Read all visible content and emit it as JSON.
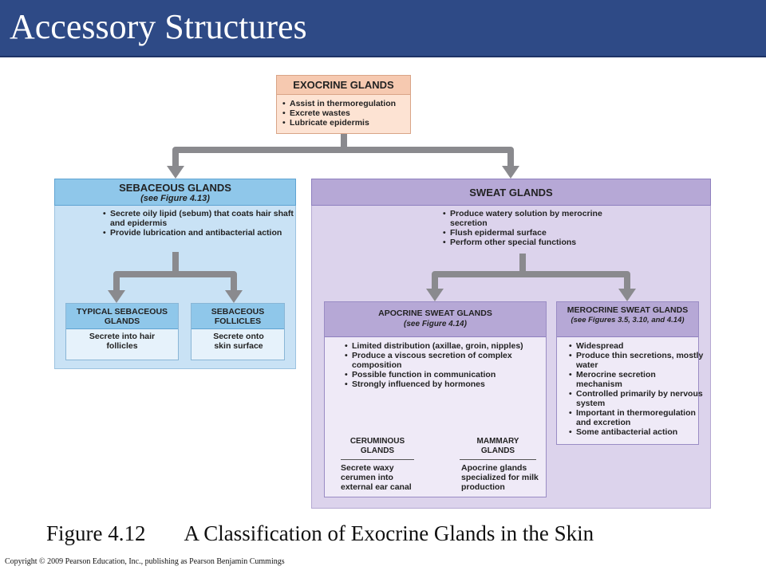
{
  "slide": {
    "title": "Accessory Structures",
    "caption_fig": "Figure 4.12",
    "caption_text": "A Classification of Exocrine Glands in the Skin",
    "copyright": "Copyright © 2009 Pearson Education, Inc., publishing as Pearson Benjamin Cummings"
  },
  "colors": {
    "title_bg": "#2e4a86",
    "exocrine_header": "#f6c9b0",
    "exocrine_body": "#fde3d3",
    "sebaceous_header": "#8fc7ea",
    "sebaceous_panel": "#c9e2f5",
    "sebaceous_sub_body": "#e6f2fb",
    "sweat_header": "#b6a8d6",
    "sweat_panel": "#dcd3ec",
    "sweat_sub_body": "#efeaf7",
    "arrow": "#8a8a8e"
  },
  "exocrine": {
    "title": "EXOCRINE GLANDS",
    "items": [
      "Assist in thermoregulation",
      "Excrete wastes",
      "Lubricate epidermis"
    ]
  },
  "sebaceous": {
    "title": "SEBACEOUS GLANDS",
    "subtitle": "(see Figure 4.13)",
    "items": [
      "Secrete oily lipid (sebum) that coats hair shaft and epidermis",
      "Provide lubrication and antibacterial action"
    ],
    "typical": {
      "title": "TYPICAL SEBACEOUS GLANDS",
      "desc": "Secrete into hair follicles"
    },
    "follicles": {
      "title": "SEBACEOUS FOLLICLES",
      "desc": "Secrete onto skin surface"
    }
  },
  "sweat": {
    "title": "SWEAT GLANDS",
    "items": [
      "Produce watery solution by merocrine secretion",
      "Flush epidermal surface",
      "Perform other special functions"
    ],
    "apocrine": {
      "title": "APOCRINE SWEAT GLANDS",
      "subtitle": "(see Figure 4.14)",
      "items": [
        "Limited distribution (axillae, groin, nipples)",
        "Produce a viscous secretion of complex composition",
        "Possible function in communication",
        "Strongly influenced by hormones"
      ],
      "ceruminous": {
        "title": "CERUMINOUS GLANDS",
        "desc": "Secrete waxy cerumen into external ear canal"
      },
      "mammary": {
        "title": "MAMMARY GLANDS",
        "desc": "Apocrine glands specialized for milk production"
      }
    },
    "merocrine": {
      "title": "MEROCRINE SWEAT GLANDS",
      "subtitle": "(see Figures 3.5, 3.10, and 4.14)",
      "items": [
        "Widespread",
        "Produce thin secretions, mostly water",
        "Merocrine secretion mechanism",
        "Controlled primarily by nervous system",
        "Important in thermoregulation and excretion",
        "Some antibacterial action"
      ]
    }
  }
}
